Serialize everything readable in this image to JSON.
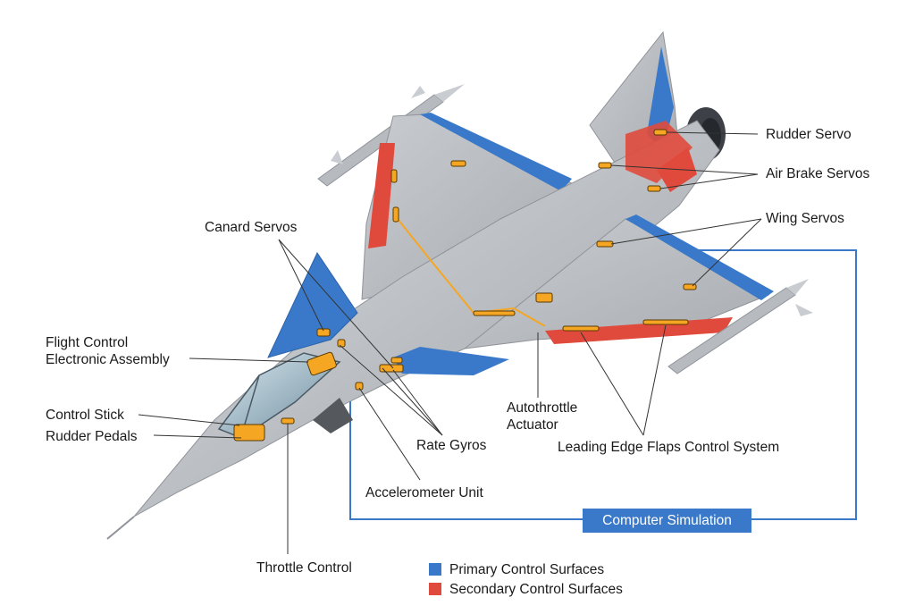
{
  "colors": {
    "primary": "#3a79c9",
    "secondary": "#e04a3c",
    "component": "#f5a623",
    "airframe": "#bfc3c8",
    "link": "#3a79c9"
  },
  "labels": {
    "canard_servos": "Canard Servos",
    "fcea_line1": "Flight Control",
    "fcea_line2": "Electronic Assembly",
    "control_stick": "Control Stick",
    "rudder_pedals": "Rudder Pedals",
    "rate_gyros": "Rate Gyros",
    "accelerometer_unit": "Accelerometer Unit",
    "throttle_control": "Throttle Control",
    "autothrottle_line1": "Autothrottle",
    "autothrottle_line2": "Actuator",
    "leading_edge": "Leading Edge Flaps Control System",
    "rudder_servo": "Rudder Servo",
    "air_brake_servos": "Air Brake Servos",
    "wing_servos": "Wing Servos",
    "computer_simulation": "Computer Simulation"
  },
  "legend": [
    {
      "label": "Primary Control Surfaces",
      "color": "#3a79c9"
    },
    {
      "label": "Secondary Control Surfaces",
      "color": "#e04a3c"
    }
  ]
}
